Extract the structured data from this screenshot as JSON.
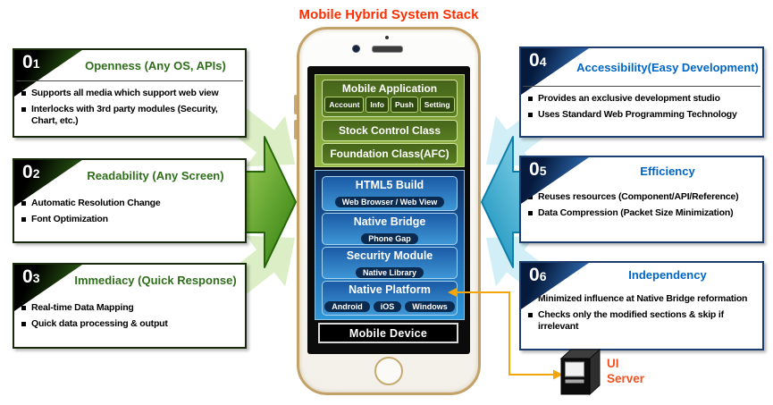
{
  "title": "Mobile Hybrid System Stack",
  "features": [
    {
      "number": "0",
      "sub": "1",
      "heading": "Openness (Any OS, APIs)",
      "bullets": [
        "Supports all media which support web view",
        "Interlocks with 3rd party modules (Security, Chart, etc.)"
      ]
    },
    {
      "number": "0",
      "sub": "2",
      "heading": "Readability (Any Screen)",
      "bullets": [
        "Automatic Resolution Change",
        "Font Optimization"
      ]
    },
    {
      "number": "0",
      "sub": "3",
      "heading": "Immediacy (Quick Response)",
      "bullets": [
        "Real-time Data Mapping",
        "Quick data processing & output"
      ]
    },
    {
      "number": "0",
      "sub": "4",
      "heading": "Accessibility(Easy Development)",
      "bullets": [
        "Provides an exclusive development studio",
        "Uses Standard Web Programming Technology"
      ]
    },
    {
      "number": "0",
      "sub": "5",
      "heading": "Efficiency",
      "bullets": [
        "Reuses resources (Component/API/Reference)",
        "Data Compression (Packet Size Minimization)"
      ]
    },
    {
      "number": "0",
      "sub": "6",
      "heading": "Independency",
      "bullets": [
        "Minimized influence at Native Bridge reformation",
        "Checks only the modified sections & skip if irrelevant"
      ]
    }
  ],
  "phone": {
    "app_layer": {
      "title": "Mobile Application",
      "pills": [
        "Account",
        "Info",
        "Push",
        "Setting"
      ],
      "stock": "Stock Control Class",
      "foundation": "Foundation Class(AFC)"
    },
    "hybrid_layer": [
      {
        "title": "HTML5 Build",
        "sub": "Web Browser / Web View"
      },
      {
        "title": "Native Bridge",
        "sub": "Phone Gap"
      },
      {
        "title": "Security Module",
        "sub": "Native Library"
      },
      {
        "title": "Native Platform",
        "pills": [
          "Android",
          "iOS",
          "Windows"
        ]
      }
    ],
    "device_label": "Mobile Device"
  },
  "server": {
    "line1": "UI",
    "line2": "Server"
  },
  "colors": {
    "title_red": "#ff2e00",
    "green_heading": "#2f6e1a",
    "blue_heading": "#0066c6",
    "green_arrow": "#3a8a12",
    "cyan_arrow": "#1895c0",
    "connector_orange": "#f2a60a",
    "server_label_orange": "#f4511e"
  }
}
